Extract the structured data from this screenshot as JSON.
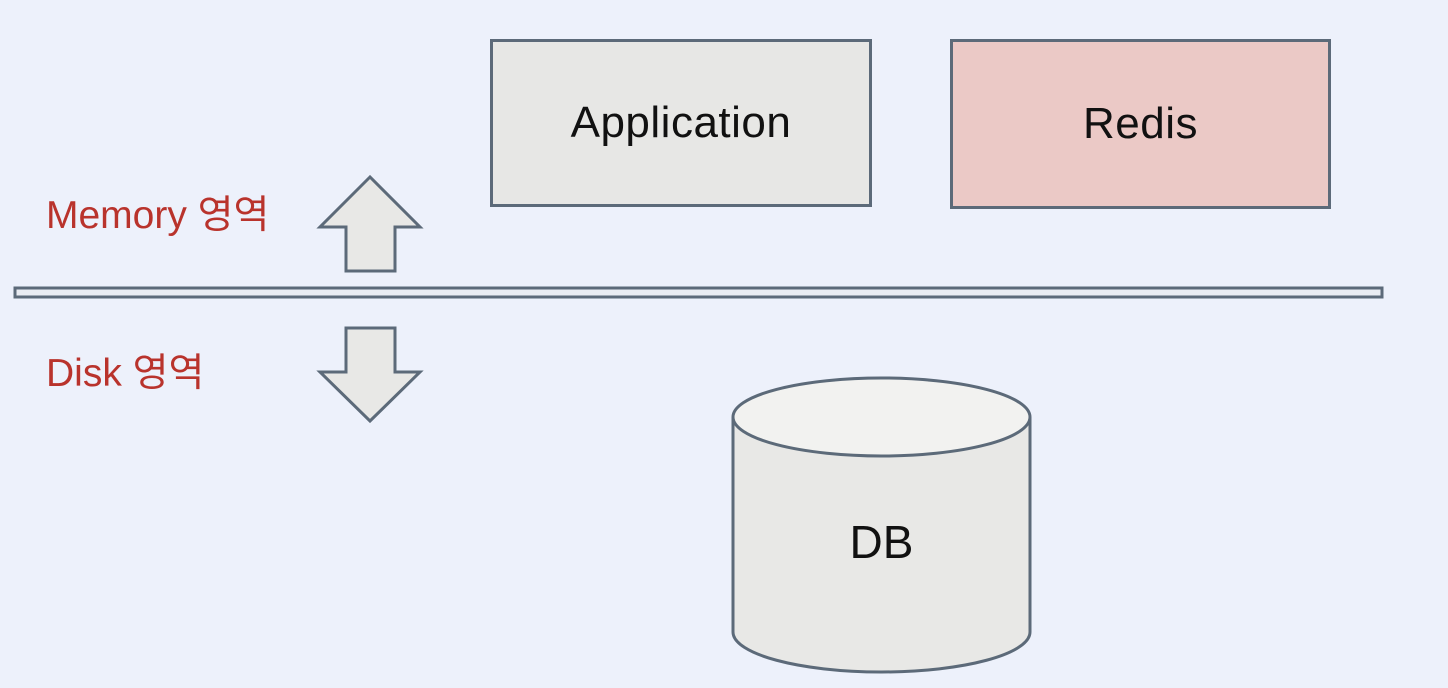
{
  "diagram": {
    "description": "Redis caching architecture: memory area vs disk area",
    "palette": {
      "background": "#edf1fb",
      "outline": "#5c6a79",
      "node_gray_fill": "#e7e7e5",
      "node_pink_fill": "#ebc9c6",
      "cylinder_fill": "#e8e8e6",
      "cylinder_top_fill": "#f2f2f0",
      "divider_fill": "#e9ecf2",
      "label_red": "#b9332c",
      "text_black": "#111111"
    },
    "labels": {
      "memory_area": "Memory 영역",
      "disk_area": "Disk 영역"
    },
    "nodes": {
      "application": {
        "label": "Application",
        "shape": "rectangle",
        "region": "memory"
      },
      "redis": {
        "label": "Redis",
        "shape": "rectangle",
        "region": "memory"
      },
      "db": {
        "label": "DB",
        "shape": "cylinder",
        "region": "disk"
      }
    },
    "icons": {
      "up_arrow": "arrow-up-icon",
      "down_arrow": "arrow-down-icon"
    }
  }
}
